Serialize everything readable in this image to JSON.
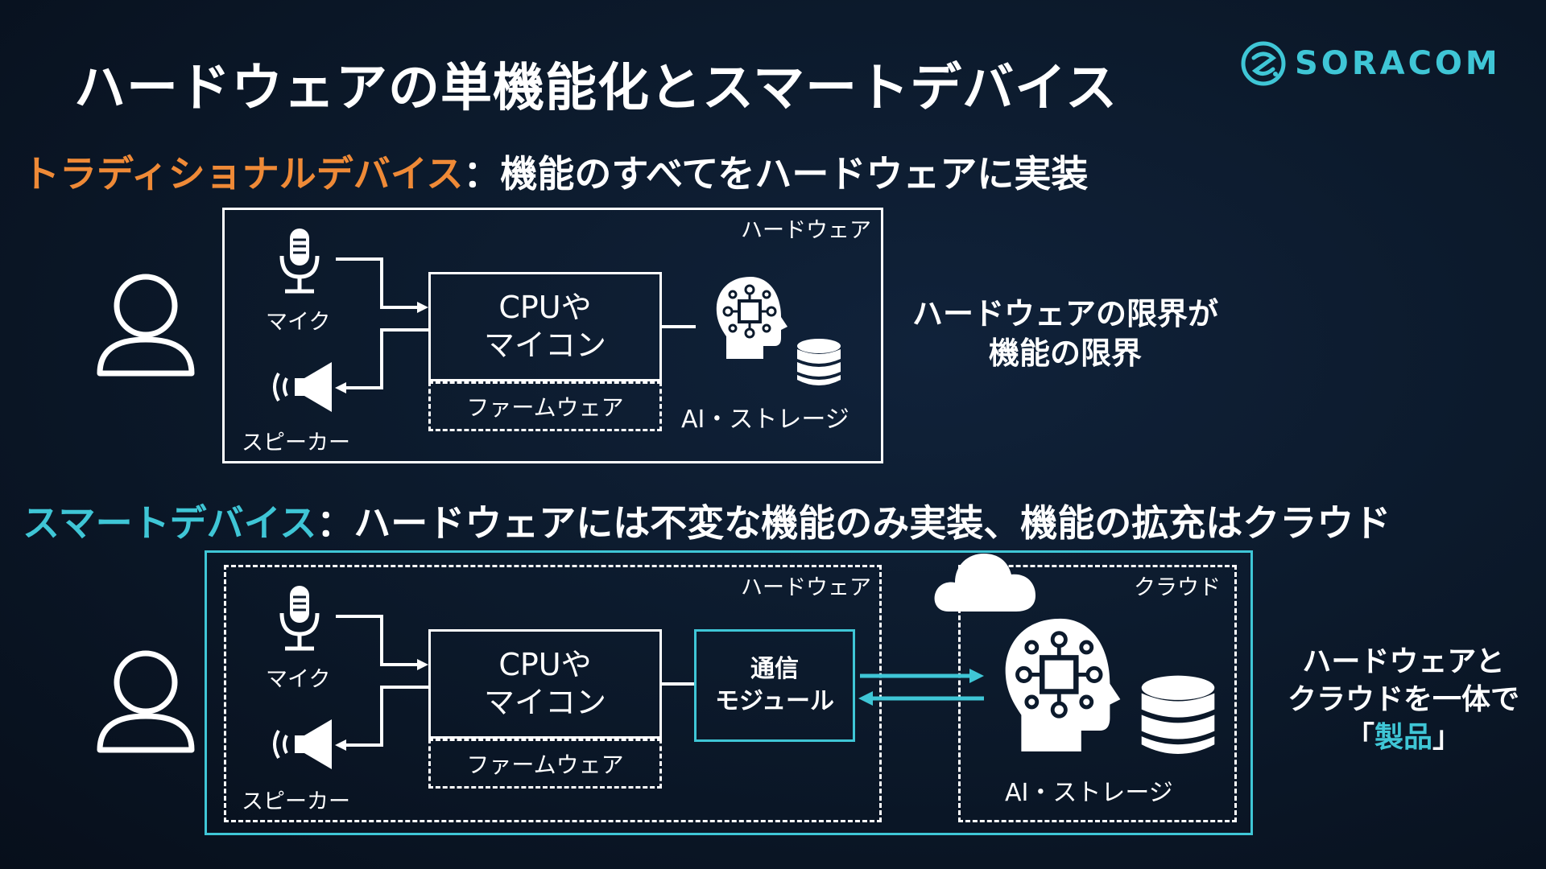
{
  "title": "ハードウェアの単機能化とスマートデバイス",
  "logo": {
    "text": "SORACOM",
    "icon": "soracom-logo-icon"
  },
  "colors": {
    "orange": "#ef8a37",
    "teal": "#3fc6d6",
    "white": "#ffffff"
  },
  "traditional": {
    "heading_accent": "トラディショナルデバイス",
    "heading_rest": "：機能のすべてをハードウェアに実装",
    "hardware_label": "ハードウェア",
    "mic_label": "マイク",
    "speaker_label": "スピーカー",
    "cpu_line1": "CPUや",
    "cpu_line2": "マイコン",
    "firmware_label": "ファームウェア",
    "ai_storage_label": "AI・ストレージ",
    "note_line1": "ハードウェアの限界が",
    "note_line2": "機能の限界"
  },
  "smart": {
    "heading_accent": "スマートデバイス",
    "heading_rest": "：ハードウェアには不変な機能のみ実装、機能の拡充はクラウド",
    "hardware_label": "ハードウェア",
    "cloud_label": "クラウド",
    "mic_label": "マイク",
    "speaker_label": "スピーカー",
    "cpu_line1": "CPUや",
    "cpu_line2": "マイコン",
    "firmware_label": "ファームウェア",
    "comm_line1": "通信",
    "comm_line2": "モジュール",
    "ai_storage_label": "AI・ストレージ",
    "note_line1": "ハードウェアと",
    "note_line2": "クラウドを一体で",
    "note_open": "「",
    "note_product": "製品",
    "note_close": "」"
  }
}
